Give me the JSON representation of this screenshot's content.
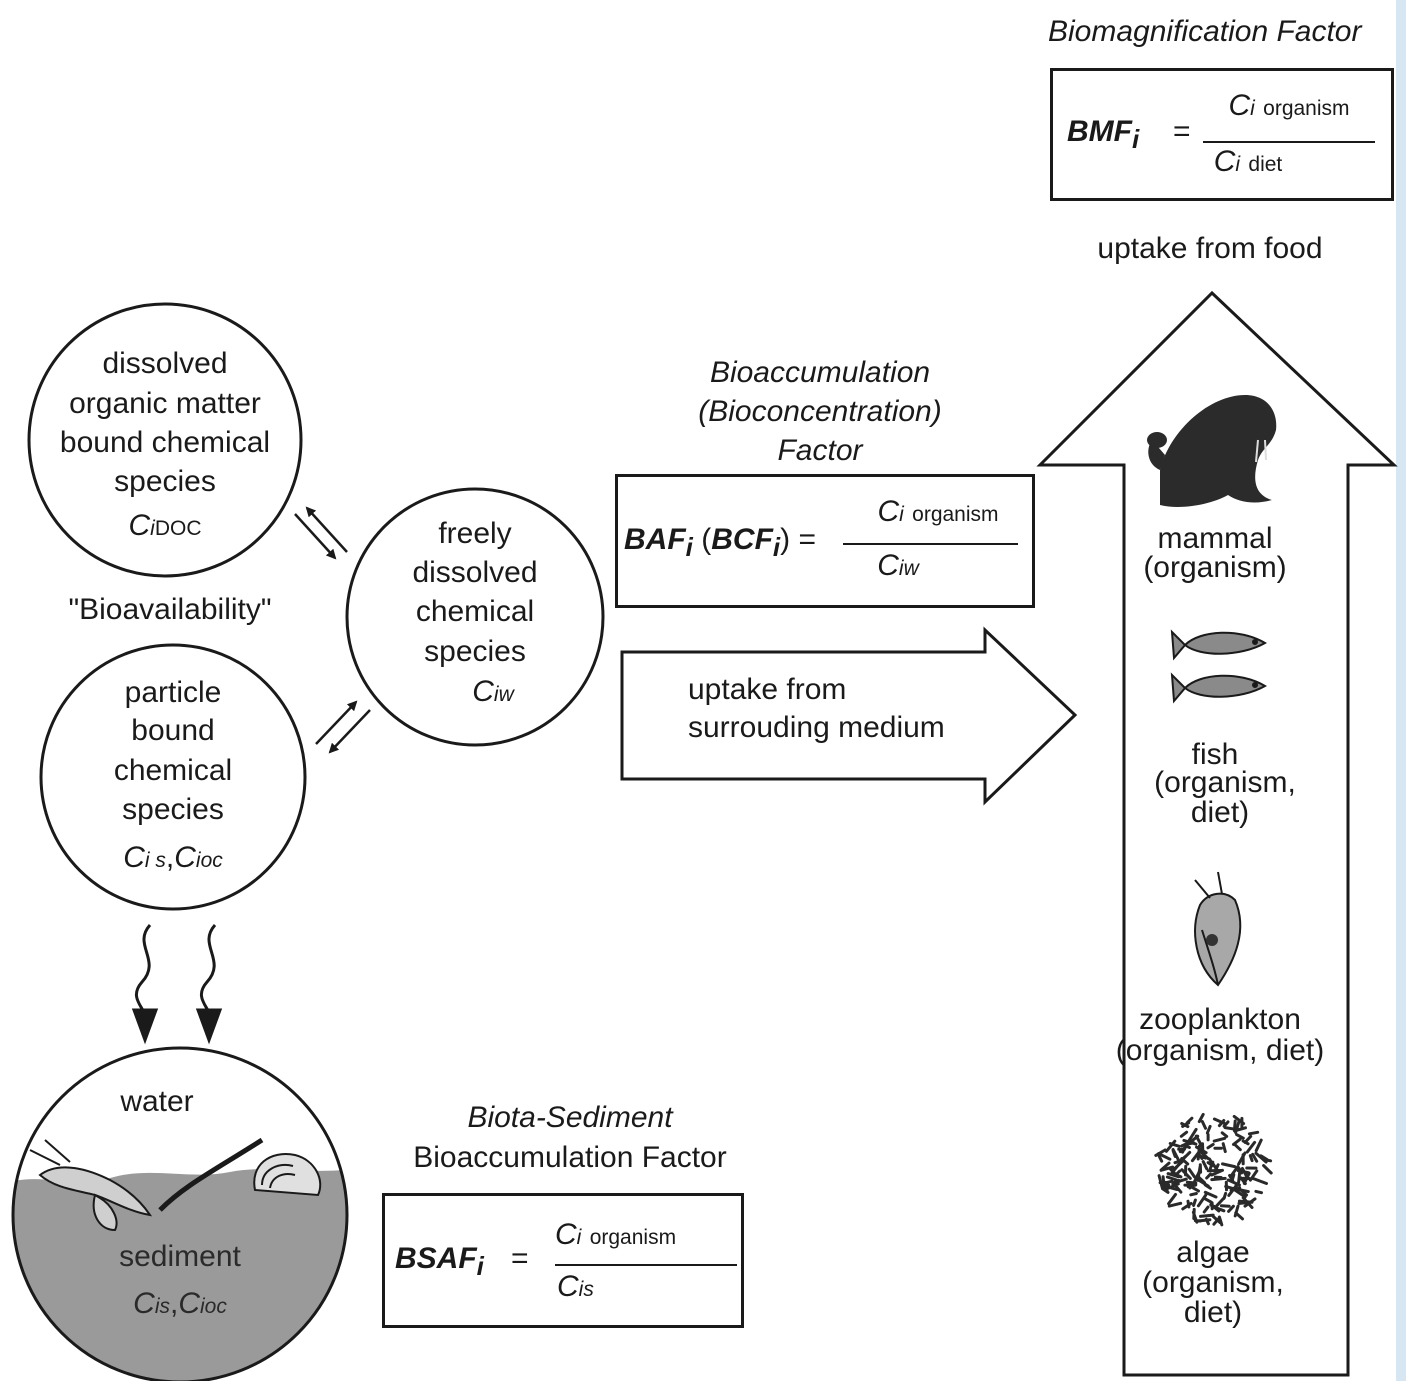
{
  "bmf": {
    "title": "Biomagnification Factor",
    "lhs": "BMF",
    "lhs_sub": "i",
    "eq": "=",
    "num_var": "C",
    "num_sub_i": "i",
    "num_sub": "organism",
    "den_var": "C",
    "den_sub_i": "i",
    "den_sub": "diet"
  },
  "uptake_food": "uptake from food",
  "baf": {
    "title_line1": "Bioaccumulation",
    "title_line2": "(Bioconcentration)",
    "title_line3": "Factor",
    "lhs": "BAF",
    "lhs_sub": "i",
    "paren_open": "(",
    "lhs2": "BCF",
    "lhs2_sub": "i",
    "paren_close": ") =",
    "num_var": "C",
    "num_sub_i": "i",
    "num_sub": "organism",
    "den_var": "C",
    "den_sub": "iw"
  },
  "uptake_medium": {
    "line1": "uptake from",
    "line2": "surrouding medium"
  },
  "doc_circle": {
    "line1": "dissolved",
    "line2": "organic matter",
    "line3": "bound chemical",
    "line4": "species",
    "var": "C",
    "sub_i": "i",
    "sub": "DOC"
  },
  "bioavailability": "\"Bioavailability\"",
  "free_circle": {
    "line1": "freely",
    "line2": "dissolved",
    "line3": "chemical",
    "line4": "species",
    "var": "C",
    "sub": "iw"
  },
  "particle_circle": {
    "line1": "particle",
    "line2": "bound",
    "line3": "chemical",
    "line4": "species",
    "var1": "C",
    "sub1": "i s",
    "sep": ",",
    "var2": "C",
    "sub2": "ioc"
  },
  "sediment_circle": {
    "water": "water",
    "sediment": "sediment",
    "var1": "C",
    "sub1": "is",
    "sep": ",",
    "var2": "C",
    "sub2": "ioc"
  },
  "bsaf": {
    "title_line1": "Biota-Sediment",
    "title_line2": "Bioaccumulation Factor",
    "lhs": "BSAF",
    "lhs_sub": "i",
    "eq": "=",
    "num_var": "C",
    "num_sub_i": "i",
    "num_sub": "organism",
    "den_var": "C",
    "den_sub": "is"
  },
  "food_chain": {
    "mammal_line1": "mammal",
    "mammal_line2": "(organism)",
    "fish_line1": "fish",
    "fish_line2": "(organism,",
    "fish_line3": "diet)",
    "zoo_line1": "zooplankton",
    "zoo_line2": "(organism, diet)",
    "algae_line1": "algae",
    "algae_line2": "(organism,",
    "algae_line3": "diet)"
  },
  "colors": {
    "ink": "#1a1a1a",
    "highlight": "#d42a2a",
    "sediment_fill": "#9a9a9a",
    "edge_blue": "#d6e6f3"
  }
}
